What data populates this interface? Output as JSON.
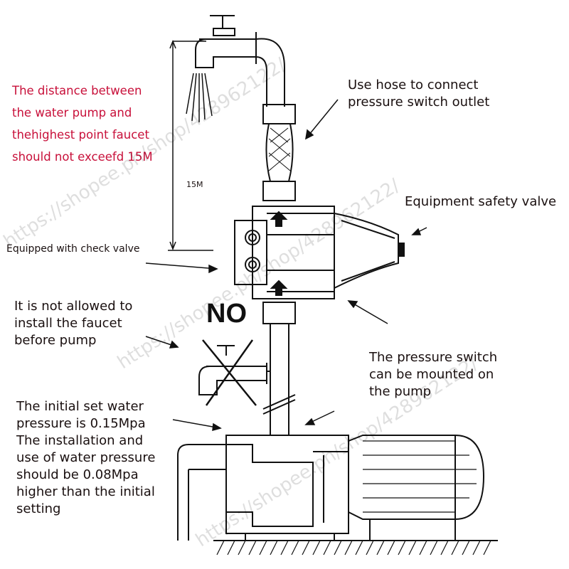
{
  "height_note": "The distance between\nthe water pump and\nthehighest point faucet\nshould not exceefd 15M",
  "dimension_label": "15M",
  "check_valve_label": "Equipped with check valve",
  "hose_label": "Use hose to connect\npressure switch outlet",
  "safety_valve_label": "Equipment safety valve",
  "no_faucet_label": "It is not allowed to\ninstall the faucet\nbefore pump",
  "no_mark": "NO",
  "mount_label": "The pressure switch\ncan be mounted on\nthe pump",
  "pressure_label": "The initial set water\npressure is 0.15Mpa\nThe installation and\nuse of water pressure\nshould be 0.08Mpa\nhigher than the initial\nsetting",
  "watermark": "https://shopee.ph/shop/428962122/"
}
